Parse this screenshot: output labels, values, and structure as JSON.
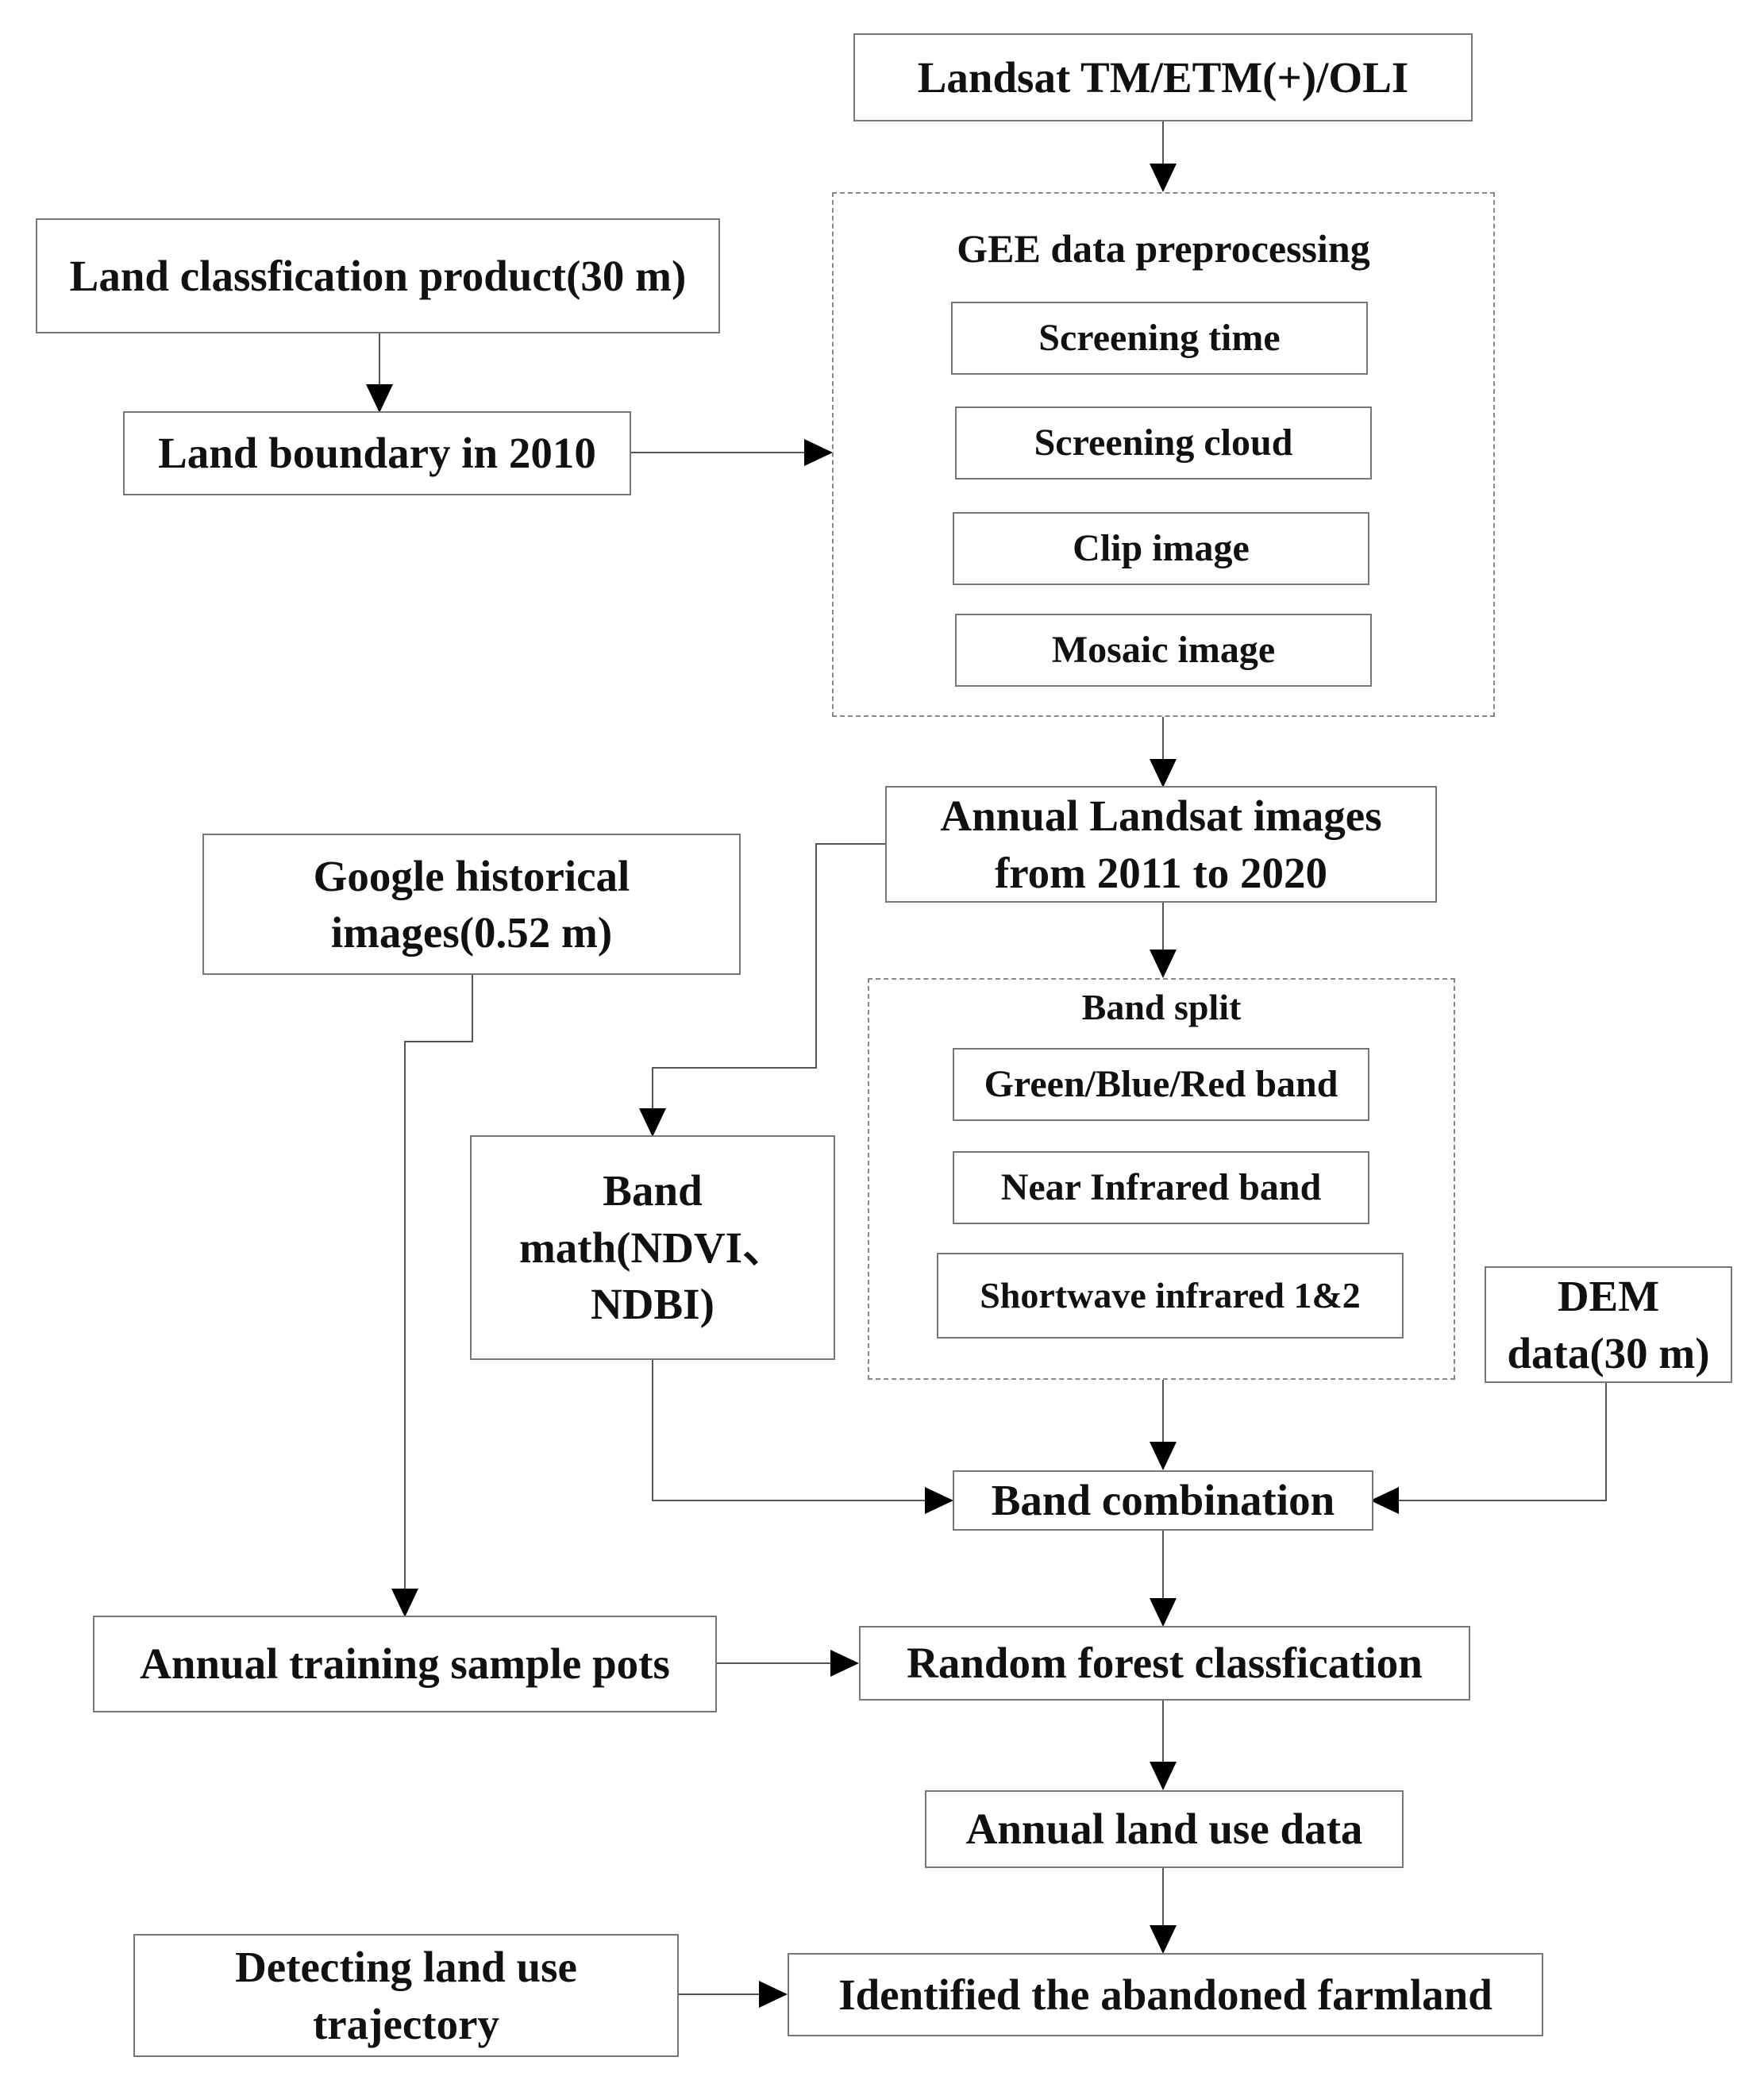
{
  "diagram": {
    "nodes": {
      "landsat": "Landsat TM/ETM(+)/OLI",
      "land_class_product": "Land classfication product(30 m)",
      "land_boundary": "Land boundary in 2010",
      "gee_title": "GEE data preprocessing",
      "screening_time": "Screening time",
      "screening_cloud": "Screening cloud",
      "clip_image": "Clip image",
      "mosaic_image": "Mosaic image",
      "annual_landsat_line1": "Annual Landsat images",
      "annual_landsat_line2": "from 2011 to 2020",
      "google_line1": "Google historical",
      "google_line2": "images(0.52 m)",
      "band_split_title": "Band split",
      "green_blue_red": "Green/Blue/Red band",
      "near_infrared": "Near Infrared band",
      "shortwave": "Shortwave infrared 1&2",
      "band_math_line1": "Band",
      "band_math_line2": "math(NDVI、",
      "band_math_line3": "NDBI)",
      "dem_line1": "DEM",
      "dem_line2": "data(30 m)",
      "band_combination": "Band combination",
      "training_samples": "Annual training sample pots",
      "random_forest": "Random forest classfication",
      "annual_land_use": "Annual land use data",
      "trajectory_line1": "Detecting land use",
      "trajectory_line2": "trajectory",
      "abandoned_farmland": "Identified the abandoned farmland"
    },
    "colors": {
      "box_border": "#777777",
      "line": "#555555",
      "arrow": "#000000",
      "text": "#111111"
    }
  }
}
